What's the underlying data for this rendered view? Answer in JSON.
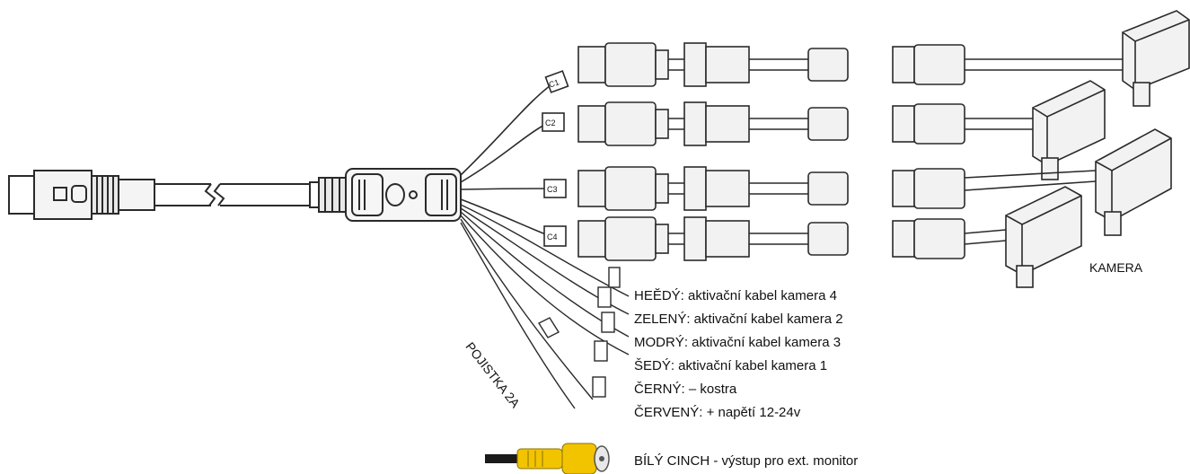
{
  "labels": {
    "camera": "KAMERA",
    "fuse": "POJISTKA 2A"
  },
  "cameras": [
    "C1",
    "C2",
    "C3",
    "C4"
  ],
  "wires": [
    "HEĔDÝ: aktivační kabel kamera 4",
    "ZELENÝ: aktivační kabel kamera 2",
    "MODRÝ: aktivační kabel kamera 3",
    "ŠEDÝ: aktivační kabel kamera 1",
    "ČERNÝ: – kostra",
    "ČERVENÝ: + napětí 12-24v",
    "BÍLÝ CINCH  -  výstup pro ext. monitor"
  ],
  "colors": {
    "line": "#2a2a2a",
    "rca_yellow": "#f2c400",
    "rca_cable": "#1a1a1a"
  }
}
